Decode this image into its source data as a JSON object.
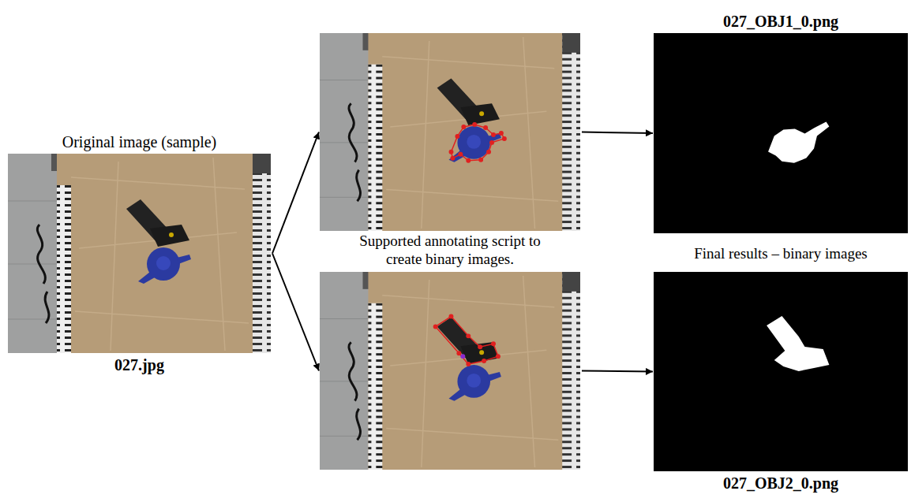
{
  "diagram": {
    "nodes": [
      {
        "text": [
          "Original image (sample)",
          "027.jpg"
        ]
      },
      {
        "text": []
      },
      {
        "text": []
      },
      {
        "text": [
          "027_OBJ1_0.png"
        ]
      },
      {
        "text": [
          "027_OBJ2_0.png"
        ]
      }
    ],
    "edges": [
      {
        "from": 0,
        "to": 1,
        "arrow": "to"
      },
      {
        "from": 0,
        "to": 2,
        "arrow": "to"
      },
      {
        "from": 1,
        "to": 3,
        "arrow": "to"
      },
      {
        "from": 2,
        "to": 4,
        "arrow": "to"
      }
    ],
    "labels": [
      "Supported annotating script to create binary images.",
      "Final results – binary images"
    ]
  }
}
